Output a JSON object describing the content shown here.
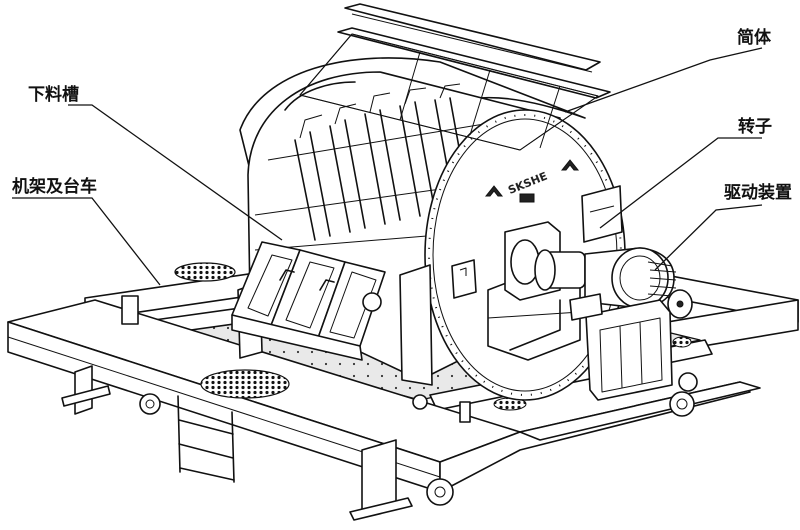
{
  "labels": {
    "chute": "下料槽",
    "frame_and_trolley": "机架及台车",
    "body": "简体",
    "rotor": "转子",
    "drive": "驱动装置"
  },
  "logo_text": "SKSHE"
}
